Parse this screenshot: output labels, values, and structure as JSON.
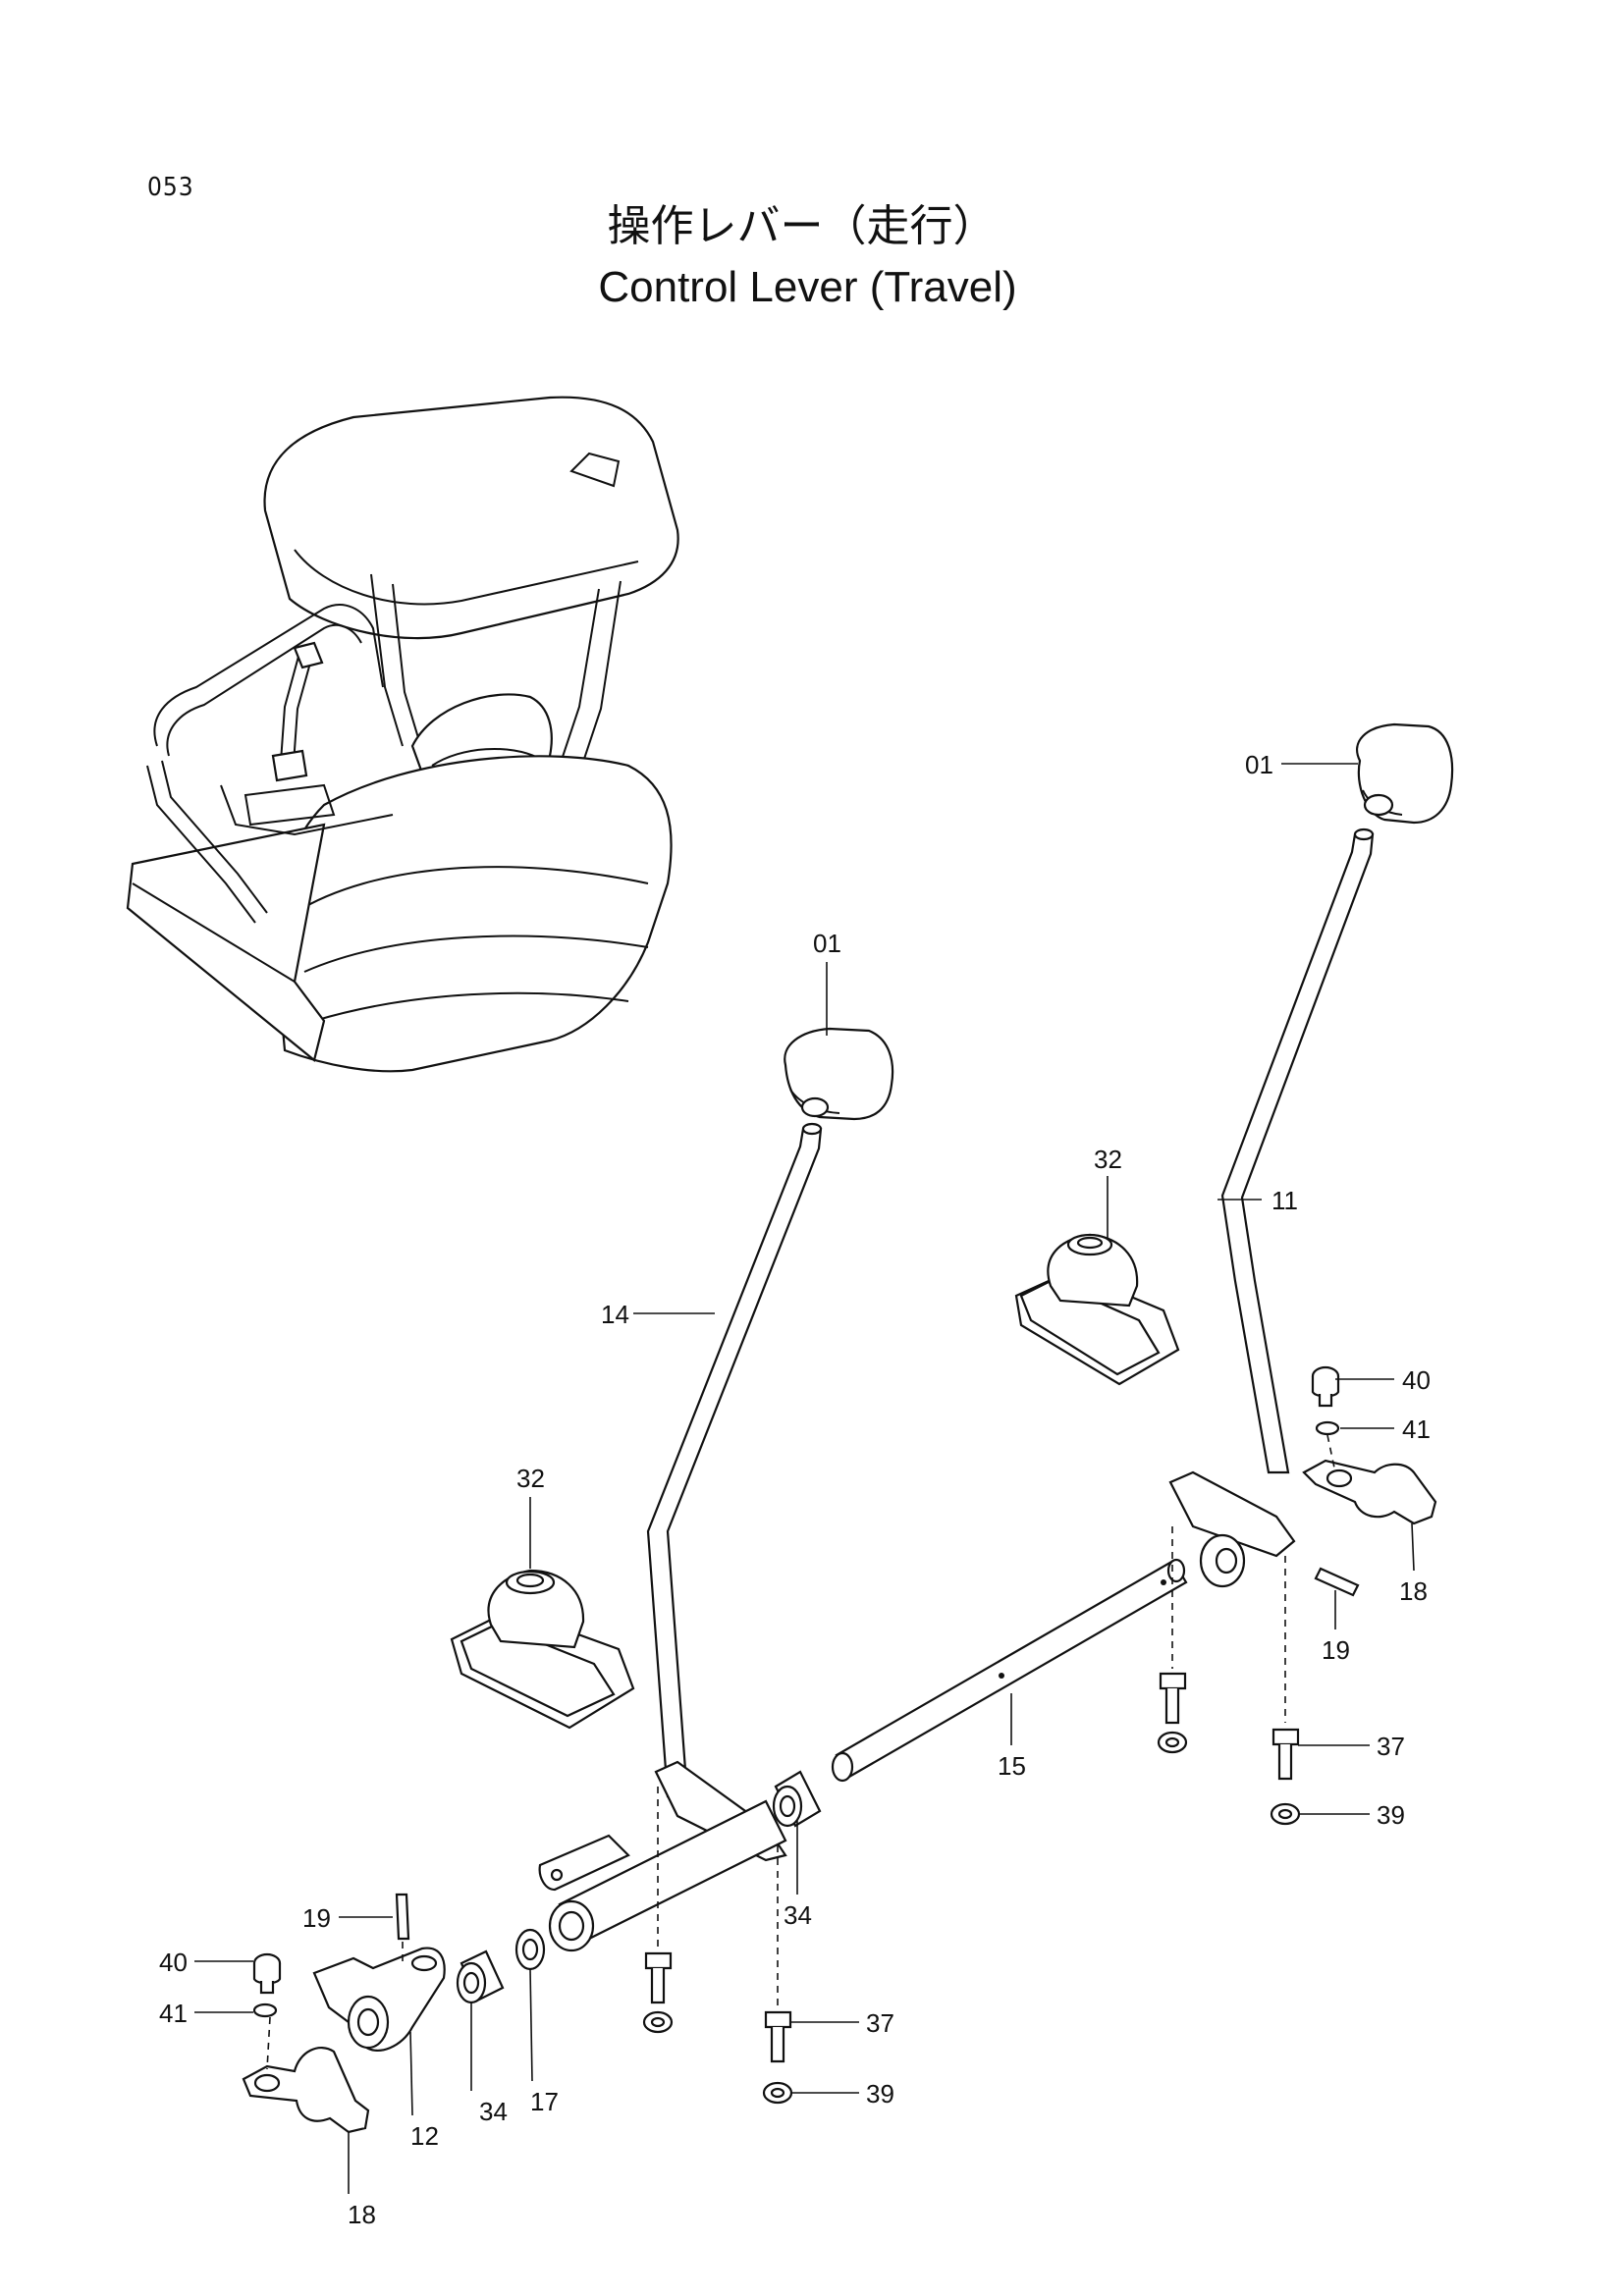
{
  "page": {
    "number": "053",
    "title_jp": "操作レバー（走行）",
    "title_en": "Control Lever (Travel)"
  },
  "callouts": {
    "c01_right": "01",
    "c01_left": "01",
    "c11": "11",
    "c14": "14",
    "c32_right": "32",
    "c32_left": "32",
    "c40_right": "40",
    "c41_right": "41",
    "c18_right": "18",
    "c19_right": "19",
    "c15": "15",
    "c37_right": "37",
    "c39_right": "39",
    "c34_mid": "34",
    "c19_left": "19",
    "c40_left": "40",
    "c41_left": "41",
    "c37_left": "37",
    "c39_left": "39",
    "c34_left": "34",
    "c17": "17",
    "c12": "12",
    "c18_left": "18"
  },
  "colors": {
    "ink": "#111111",
    "paper": "#ffffff"
  }
}
